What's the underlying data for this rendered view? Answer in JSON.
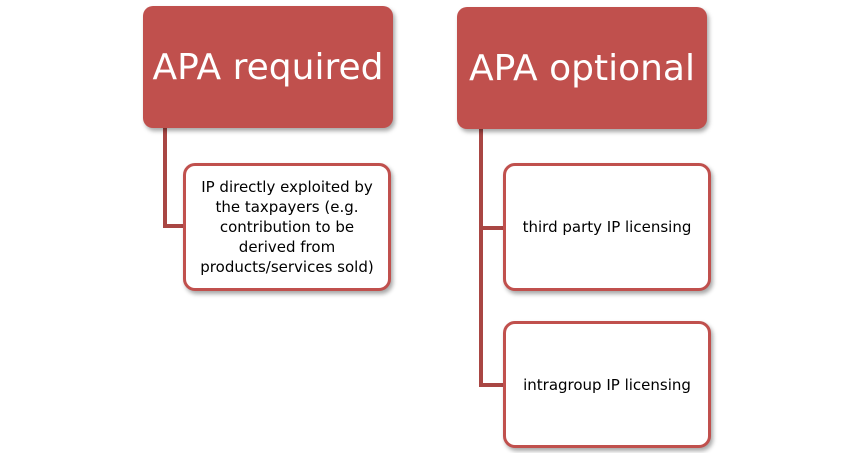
{
  "diagram": {
    "columns": [
      {
        "header": "APA required",
        "children": [
          "IP directly exploited by the taxpayers (e.g. contribution to be derived from products/services sold)"
        ]
      },
      {
        "header": "APA optional",
        "children": [
          "third party IP licensing",
          "intragroup IP licensing"
        ]
      }
    ],
    "colors": {
      "header_fill": "#c0504d",
      "child_border": "#c0504d",
      "connector": "#a94643"
    }
  }
}
